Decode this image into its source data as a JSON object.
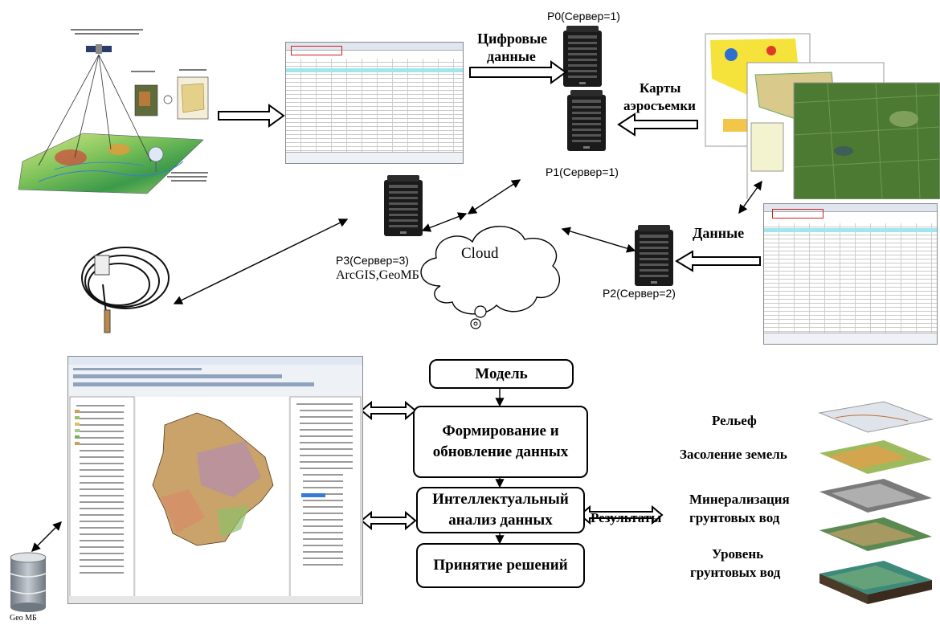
{
  "labels": {
    "p0": "P0(Сервер=1)",
    "p1": "P1(Сервер=1)",
    "p2": "P2(Сервер=2)",
    "p3_line1": "P3(Сервер=3)",
    "p3_line2": "ArcGIS,GeoМБ",
    "digital_line1": "Цифровые",
    "digital_line2": "данные",
    "aerial_line1": "Карты",
    "aerial_line2": "аэросъемки",
    "data": "Данные",
    "cloud": "Cloud",
    "geo_mb": "Geo МБ",
    "results": "Результаты"
  },
  "process": {
    "model": "Модель",
    "formation_line1": "Формирование и",
    "formation_line2": "обновление данных",
    "analysis_line1": "Интеллектуальный",
    "analysis_line2": "анализ данных",
    "decision": "Принятие решений"
  },
  "layers": {
    "relief": "Рельеф",
    "salinity": "Засоление земель",
    "mineral_line1": "Минерализация",
    "mineral_line2": "грунтовых вод",
    "level_line1": "Уровень",
    "level_line2": "грунтовых вод"
  },
  "icons": [
    "satellite-survey-illustration",
    "attribute-table-icon",
    "server-tower-icon",
    "cloud-icon",
    "soil-sensor-icon",
    "database-icon",
    "arcgis-window-icon",
    "terrain-layers-icon"
  ],
  "colors": {
    "line": "#000000",
    "table_highlight": "#9fe7ec",
    "table_select": "#d21f1f"
  }
}
